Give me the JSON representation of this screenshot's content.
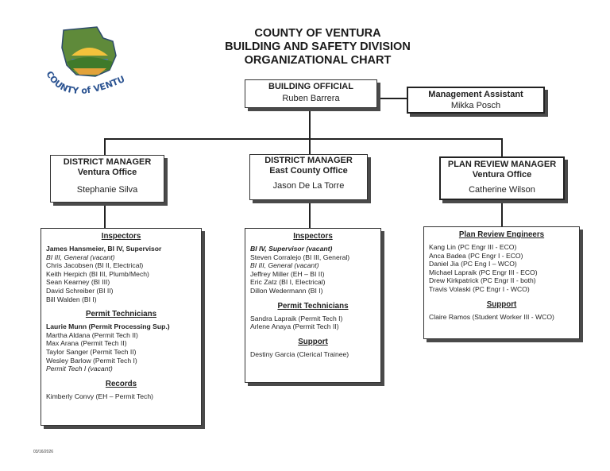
{
  "logo": {
    "text": "COUNTY of VENTURA"
  },
  "title": {
    "line1": "COUNTY OF VENTURA",
    "line2": "BUILDING AND SAFETY DIVISION",
    "line3": "ORGANIZATIONAL CHART"
  },
  "building_official": {
    "title": "BUILDING OFFICIAL",
    "name": "Ruben Barrera"
  },
  "management_assistant": {
    "title": "Management Assistant",
    "name": "Mikka Posch"
  },
  "dm_ventura": {
    "title1": "DISTRICT MANAGER",
    "title2": "Ventura Office",
    "name": "Stephanie Silva"
  },
  "dm_east": {
    "title1": "DISTRICT MANAGER",
    "title2": "East County Office",
    "name": "Jason De La Torre"
  },
  "pr_manager": {
    "title1": "PLAN REVIEW MANAGER",
    "title2": "Ventura Office",
    "name": "Catherine Wilson"
  },
  "ventura_staff": {
    "inspectors_heading": "Inspectors",
    "inspectors_supervisor": "James Hansmeier, BI IV, Supervisor",
    "inspectors": [
      {
        "text": "BI III, General (vacant)",
        "italic": true
      },
      {
        "text": "Chris Jacobsen (BI II, Electrical)",
        "italic": false
      },
      {
        "text": "Keith Herpich (BI III, Plumb/Mech)",
        "italic": false
      },
      {
        "text": "Sean Kearney (BI III)",
        "italic": false
      },
      {
        "text": "David Schreiber (BI II)",
        "italic": false
      },
      {
        "text": "Bill Walden (BI I)",
        "italic": false
      }
    ],
    "permit_heading": "Permit Technicians",
    "permit_supervisor": "Laurie Munn (Permit Processing Sup.)",
    "permit": [
      {
        "text": "Martha Aldana (Permit Tech II)",
        "italic": false
      },
      {
        "text": "Max Arana (Permit Tech II)",
        "italic": false
      },
      {
        "text": "Taylor Sanger (Permit Tech II)",
        "italic": false
      },
      {
        "text": "Wesley Barlow (Permit Tech I)",
        "italic": false
      },
      {
        "text": "Permit Tech I (vacant)",
        "italic": true
      }
    ],
    "records_heading": "Records",
    "records": [
      "Kimberly Convy (EH – Permit Tech)"
    ]
  },
  "east_staff": {
    "inspectors_heading": "Inspectors",
    "inspectors_supervisor": "BI IV, Supervisor (vacant)",
    "inspectors": [
      {
        "text": "Steven Corralejo (BI III, General)",
        "italic": false
      },
      {
        "text": "BI III, General (vacant)",
        "italic": true
      },
      {
        "text": "Jeffrey Miller (EH – BI II)",
        "italic": false
      },
      {
        "text": "Eric Zatz (BI I, Electrical)",
        "italic": false
      },
      {
        "text": "Dillon Wedermann (BI I)",
        "italic": false
      }
    ],
    "permit_heading": "Permit Technicians",
    "permit": [
      "Sandra Lapraik (Permit Tech I)",
      "Arlene Anaya (Permit Tech II)"
    ],
    "support_heading": "Support",
    "support": [
      "Destiny Garcia (Clerical Trainee)"
    ]
  },
  "plan_staff": {
    "engineers_heading": "Plan Review Engineers",
    "engineers": [
      "Kang Lin (PC Engr III - ECO)",
      "Anca Badea (PC Engr I - ECO)",
      "Daniel Jia (PC Eng I – WCO)",
      "Michael Lapraik (PC Engr III - ECO)",
      "Drew Kirkpatrick (PC Engr II - both)",
      "Travis Volaski (PC Engr I - WCO)"
    ],
    "support_heading": "Support",
    "support": [
      "Claire Ramos (Student Worker III - WCO)"
    ]
  },
  "date_stamp": "03/16/2026"
}
